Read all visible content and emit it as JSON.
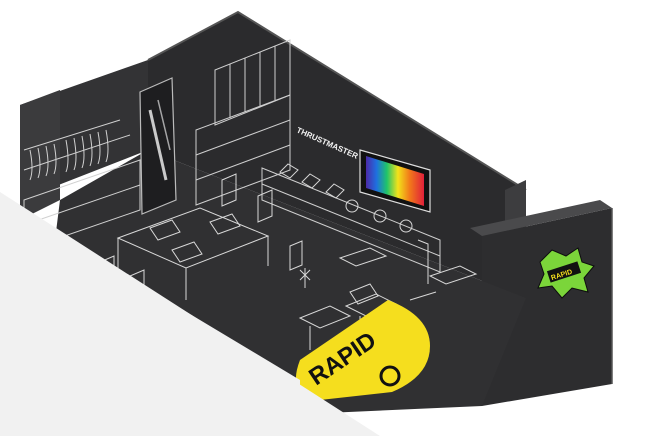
{
  "scene": {
    "wall_sign": "THRUSTMASTER",
    "floor_text": "RAPID",
    "emblem_text": "RAPID",
    "colors": {
      "wall_dark": "#2a2a2c",
      "wall_mid": "#3a3a3c",
      "floor": "#2f2f31",
      "line": "#d9d9d9",
      "accent_yellow": "#f5de1e",
      "overlay": "#f1f1f1"
    }
  }
}
